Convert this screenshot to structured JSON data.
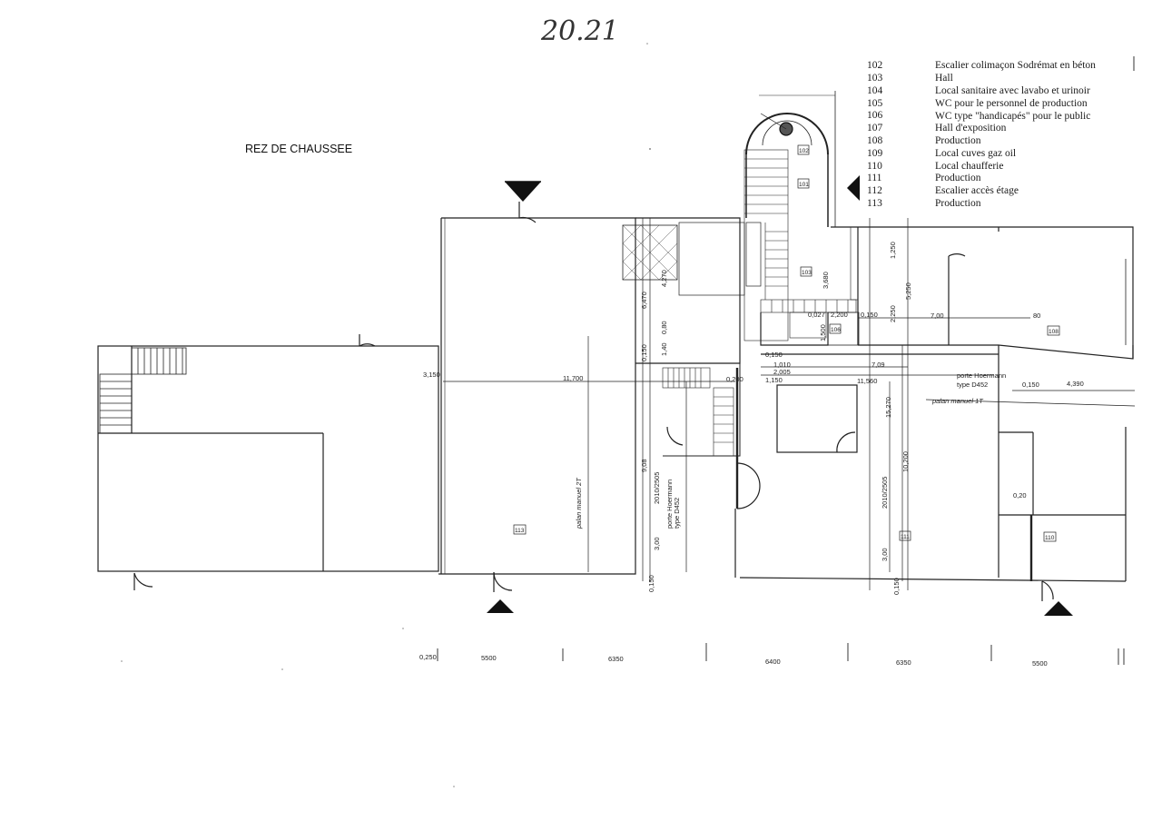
{
  "handwritten_note": "20.21",
  "floor_title": "REZ DE CHAUSSEE",
  "legend": [
    {
      "num": "102",
      "label": "Escalier colimaçon Sodrémat en béton"
    },
    {
      "num": "103",
      "label": "Hall"
    },
    {
      "num": "104",
      "label": "Local sanitaire avec lavabo et urinoir"
    },
    {
      "num": "105",
      "label": "WC pour le personnel de production"
    },
    {
      "num": "106",
      "label": "WC type \"handicapés\" pour le public"
    },
    {
      "num": "107",
      "label": "Hall d'exposition"
    },
    {
      "num": "108",
      "label": "Production"
    },
    {
      "num": "109",
      "label": "Local cuves gaz oil"
    },
    {
      "num": "110",
      "label": "Local chaufferie"
    },
    {
      "num": "111",
      "label": "Production"
    },
    {
      "num": "112",
      "label": "Escalier accès étage"
    },
    {
      "num": "113",
      "label": "Production"
    }
  ],
  "room_tags": {
    "r102": "102",
    "r101": "101",
    "r103": "103",
    "r106": "106",
    "r108": "108",
    "r113": "113",
    "r111": "111",
    "r110": "110"
  },
  "door_notes": {
    "porte_left_1": "porte Hoermann",
    "porte_left_2": "type D452",
    "porte_right_1": "porte Hoermann",
    "porte_right_2": "type D452"
  },
  "palan_notes": {
    "palan_left": "palan manuel 2T",
    "palan_right": "palan manuel 1T"
  },
  "dimensions": {
    "d_11700": "11,700",
    "d_11560": "11,560",
    "d_700": "7,00",
    "d_709": "7,09",
    "d_4390": "4,390",
    "d_0150a": "0,150",
    "d_0150b": "0,150",
    "d_0150c": "0,150",
    "d_0150d": "0,150",
    "d_0150e": "0,150",
    "d_3150": "3,150",
    "d_2200": "2,200",
    "d_2005": "2,005",
    "d_1150": "1,150",
    "d_1010": "1,010",
    "d_0200": "0,200",
    "d_6470": "6,470",
    "d_4270": "4,270",
    "d_3680": "3,680",
    "d_5250": "5,250",
    "d_2250": "2,250",
    "d_1250": "1,250",
    "d_9_08": "9,08",
    "d_10200": "10,200",
    "d_15270": "15,270",
    "d_2010_2505a": "2010/2505",
    "d_2010_2505b": "2010/2505",
    "d_300a": "3,00",
    "d_300b": "3,00",
    "d_0250": "0,250",
    "d_5500": "5500",
    "d_6350a": "6350",
    "d_6400": "6400",
    "d_6350b": "6350",
    "d_5500b": "5500",
    "d_0_80": "0,80",
    "d_1_40": "1,40",
    "d_1500": "1,500",
    "d_0_20": "0,20",
    "d_80": "80",
    "d_0_027": "0,027",
    "d_0_150f": "0,150"
  }
}
